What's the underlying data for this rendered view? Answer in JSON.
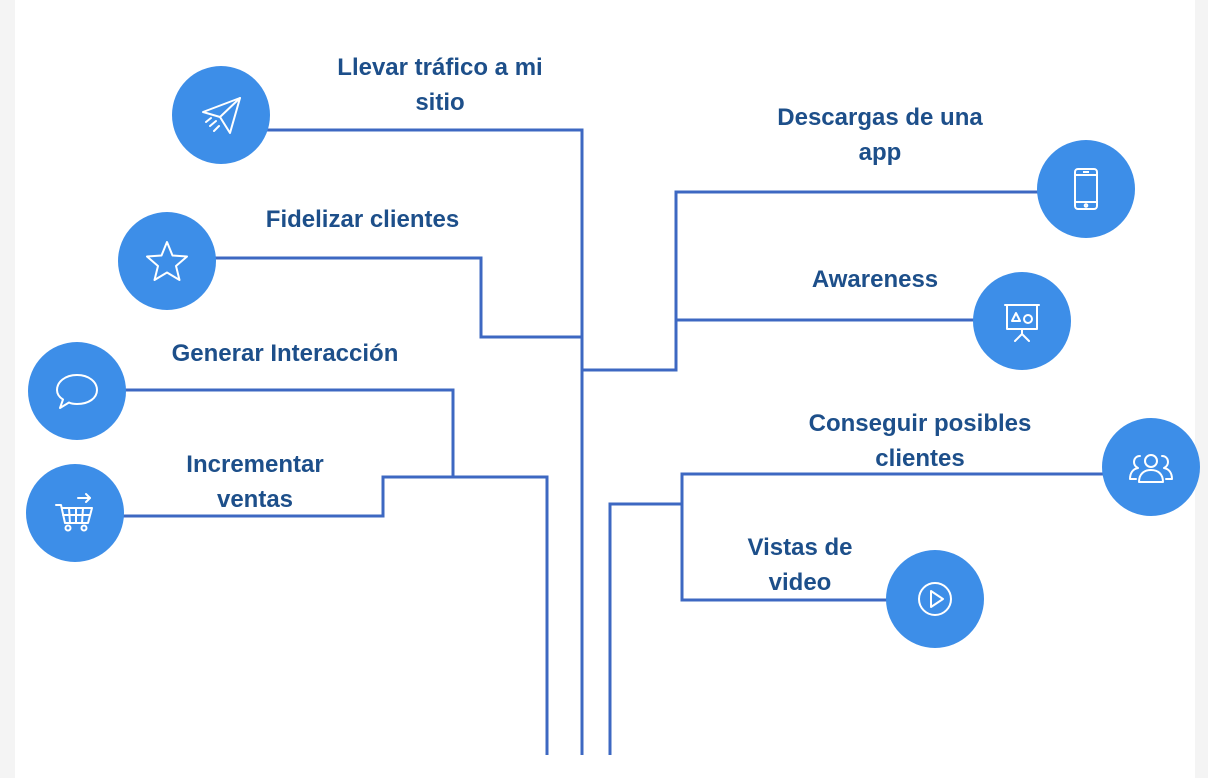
{
  "colors": {
    "line": "#3d68c2",
    "circle": "#3d8ee8",
    "label": "#1d4f8a",
    "icon": "#ffffff"
  },
  "objectives": [
    {
      "id": "traffic",
      "label_line1": "Llevar tráfico a mi",
      "label_line2": "sitio",
      "icon": "paper-plane-icon"
    },
    {
      "id": "loyalty",
      "label_line1": "Fidelizar clientes",
      "label_line2": "",
      "icon": "star-icon"
    },
    {
      "id": "engagement",
      "label_line1": "Generar Interacción",
      "label_line2": "",
      "icon": "speech-bubble-icon"
    },
    {
      "id": "sales",
      "label_line1": "Incrementar",
      "label_line2": "ventas",
      "icon": "shopping-cart-icon"
    },
    {
      "id": "app-installs",
      "label_line1": "Descargas de una",
      "label_line2": "app",
      "icon": "smartphone-icon"
    },
    {
      "id": "awareness",
      "label_line1": "Awareness",
      "label_line2": "",
      "icon": "presentation-board-icon"
    },
    {
      "id": "leads",
      "label_line1": "Conseguir posibles",
      "label_line2": "clientes",
      "icon": "people-group-icon"
    },
    {
      "id": "video-views",
      "label_line1": "Vistas de",
      "label_line2": "video",
      "icon": "play-button-icon"
    }
  ]
}
